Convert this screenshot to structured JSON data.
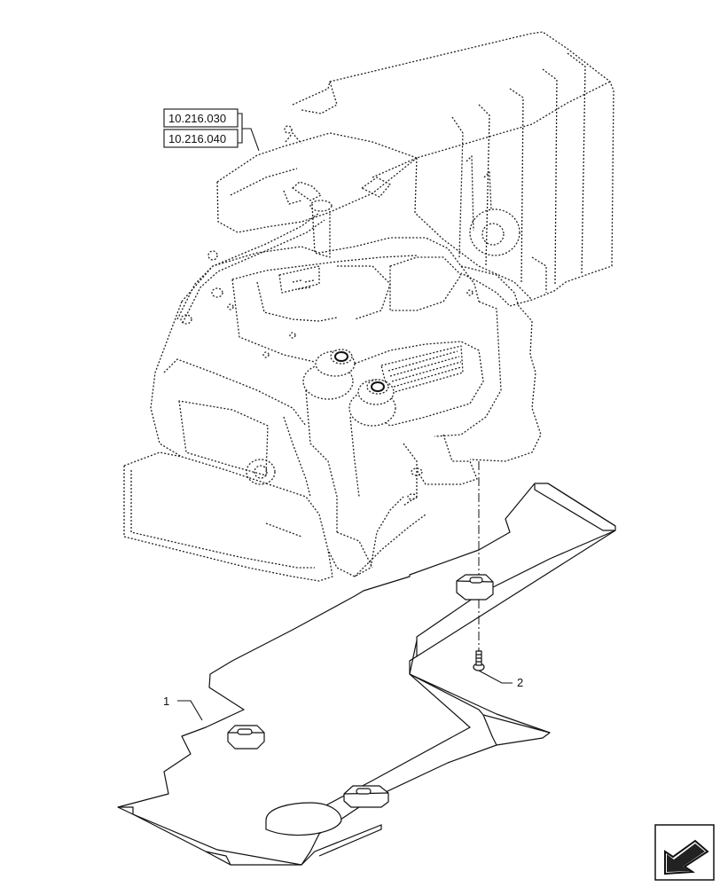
{
  "references": [
    "10.216.030",
    "10.216.040"
  ],
  "callouts": [
    "1",
    "2"
  ],
  "icons": {
    "navigation": "arrow-icon"
  }
}
